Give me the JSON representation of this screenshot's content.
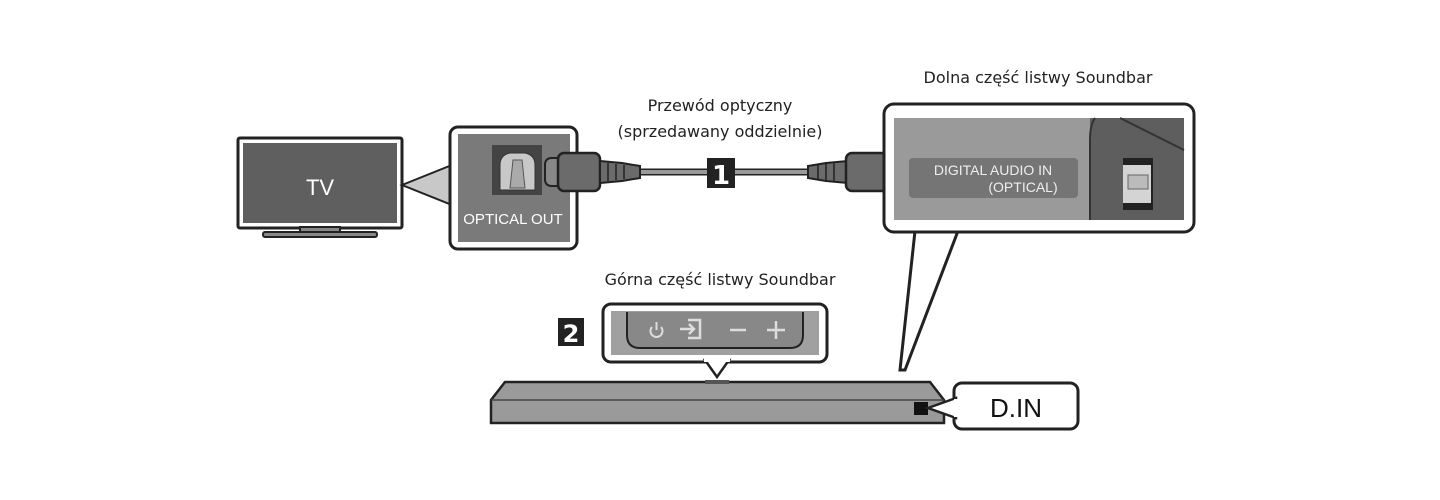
{
  "tv": {
    "label": "TV"
  },
  "tv_port": {
    "label": "OPTICAL OUT"
  },
  "cable": {
    "label_line1": "Przewód optyczny",
    "label_line2": "(sprzedawany oddzielnie)",
    "step": "1"
  },
  "soundbar_bottom": {
    "title": "Dolna część listwy Soundbar",
    "port_line1": "DIGITAL AUDIO IN",
    "port_line2": "(OPTICAL)"
  },
  "soundbar_top": {
    "title": "Górna część listwy Soundbar",
    "step": "2",
    "buttons": [
      "power",
      "source",
      "volume-down",
      "volume-up"
    ]
  },
  "soundbar": {
    "display": "D.IN"
  },
  "colors": {
    "panel": "#8c8c8c",
    "panel_dark": "#5a5a5a",
    "outline": "#222222",
    "cable": "#9a9a9a",
    "step_badge": "#222222"
  }
}
